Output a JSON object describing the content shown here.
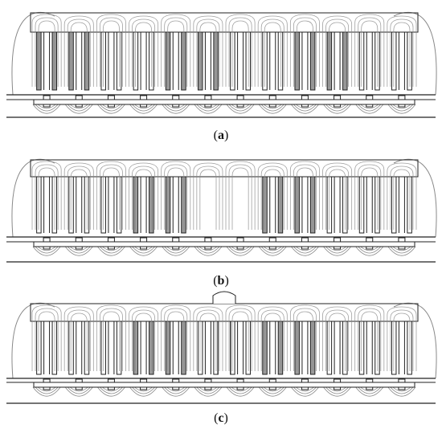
{
  "figure": {
    "panels": [
      {
        "id": "a",
        "caption_open": "(",
        "caption_label": "a",
        "caption_close": ")",
        "teeth": 12,
        "variant": "full-slots"
      },
      {
        "id": "b",
        "caption_open": "(",
        "caption_label": "b",
        "caption_close": ")",
        "teeth": 12,
        "variant": "missing-tooth"
      },
      {
        "id": "c",
        "caption_open": "(",
        "caption_label": "c",
        "caption_close": ")",
        "teeth": 12,
        "variant": "bump"
      }
    ],
    "colors": {
      "line": "#222222",
      "flux": "#888888",
      "shade": "#9a9a9a",
      "background": "#ffffff"
    }
  }
}
